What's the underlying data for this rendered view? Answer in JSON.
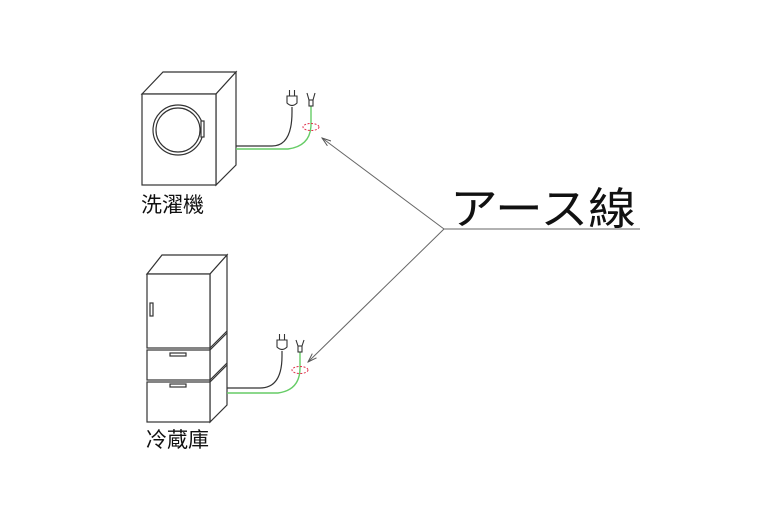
{
  "labels": {
    "washer": "洗濯機",
    "fridge": "冷蔵庫",
    "earth_wire": "アース線"
  },
  "colors": {
    "outline": "#333333",
    "earth_wire": "#66cc66",
    "power_cord": "#333333",
    "marker": "#e0304a"
  }
}
